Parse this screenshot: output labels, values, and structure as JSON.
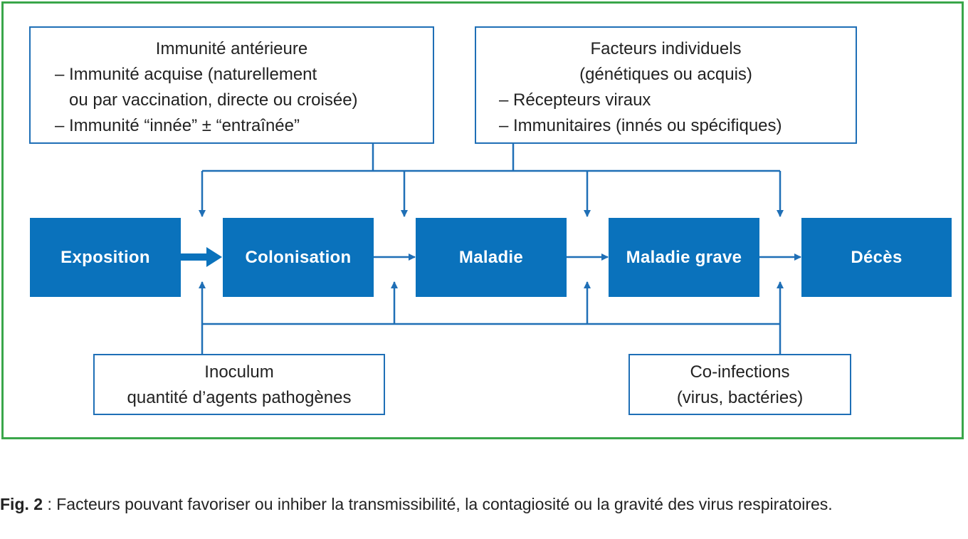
{
  "boxes": {
    "prior_immunity": {
      "title": "Immunité antérieure",
      "lines": [
        "– Immunité acquise (naturellement",
        "ou par vaccination, directe ou croisée)",
        "– Immunité “innée” ± “entraînée”"
      ]
    },
    "individual_factors": {
      "title": "Facteurs individuels",
      "subtitle": "(génétiques ou acquis)",
      "lines": [
        "– Récepteurs viraux",
        "– Immunitaires (innés ou spécifiques)"
      ]
    },
    "inoculum": {
      "title": "Inoculum",
      "line": "quantité d’agents pathogènes"
    },
    "coinfections": {
      "title": "Co-infections",
      "line": "(virus, bactéries)"
    }
  },
  "stages": [
    "Exposition",
    "Colonisation",
    "Maladie",
    "Maladie grave",
    "Décès"
  ],
  "colors": {
    "frame": "#3aa64a",
    "stage_fill": "#0a72bc",
    "stroke": "#1f6fb6"
  },
  "caption": {
    "label": "Fig. 2",
    "text": " : Facteurs pouvant favoriser ou inhiber la transmissibilité, la contagiosité ou la gravité des virus respiratoires."
  }
}
